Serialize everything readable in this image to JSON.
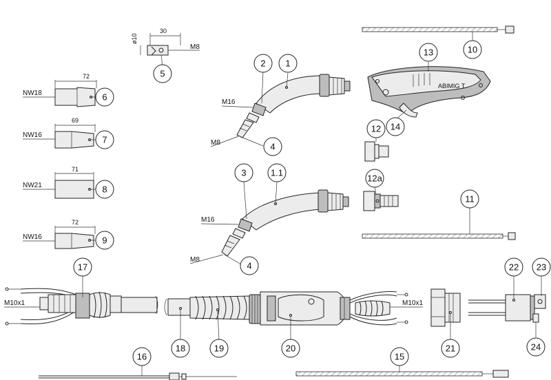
{
  "callouts": [
    {
      "id": "c1",
      "text": "1"
    },
    {
      "id": "c2",
      "text": "2"
    },
    {
      "id": "c3",
      "text": "3"
    },
    {
      "id": "c4a",
      "text": "4"
    },
    {
      "id": "c4b",
      "text": "4"
    },
    {
      "id": "c5",
      "text": "5"
    },
    {
      "id": "c6",
      "text": "6"
    },
    {
      "id": "c7",
      "text": "7"
    },
    {
      "id": "c8",
      "text": "8"
    },
    {
      "id": "c9",
      "text": "9"
    },
    {
      "id": "c10",
      "text": "10"
    },
    {
      "id": "c11",
      "text": "11"
    },
    {
      "id": "c11_1",
      "text": "1.1"
    },
    {
      "id": "c12",
      "text": "12"
    },
    {
      "id": "c12a",
      "text": "12a"
    },
    {
      "id": "c13",
      "text": "13"
    },
    {
      "id": "c14",
      "text": "14"
    },
    {
      "id": "c15",
      "text": "15"
    },
    {
      "id": "c16",
      "text": "16"
    },
    {
      "id": "c17",
      "text": "17"
    },
    {
      "id": "c18",
      "text": "18"
    },
    {
      "id": "c19",
      "text": "19"
    },
    {
      "id": "c20",
      "text": "20"
    },
    {
      "id": "c21",
      "text": "21"
    },
    {
      "id": "c22",
      "text": "22"
    },
    {
      "id": "c23",
      "text": "23"
    },
    {
      "id": "c24",
      "text": "24"
    }
  ],
  "labels": {
    "nw18": "NW18",
    "nw16a": "NW16",
    "nw21": "NW21",
    "nw16b": "NW16",
    "dim72a": "72",
    "dim69": "69",
    "dim71": "71",
    "dim72b": "72",
    "dim30": "30",
    "dia10": "ø10",
    "m8_tip": "M8",
    "m16_neck1": "M16",
    "m8_neck1": "M8",
    "m16_neck2": "M16",
    "m8_neck2": "M8",
    "m10_left": "M10x1",
    "m10_right": "M10x1",
    "handle_brand": "ABIMIG T"
  }
}
